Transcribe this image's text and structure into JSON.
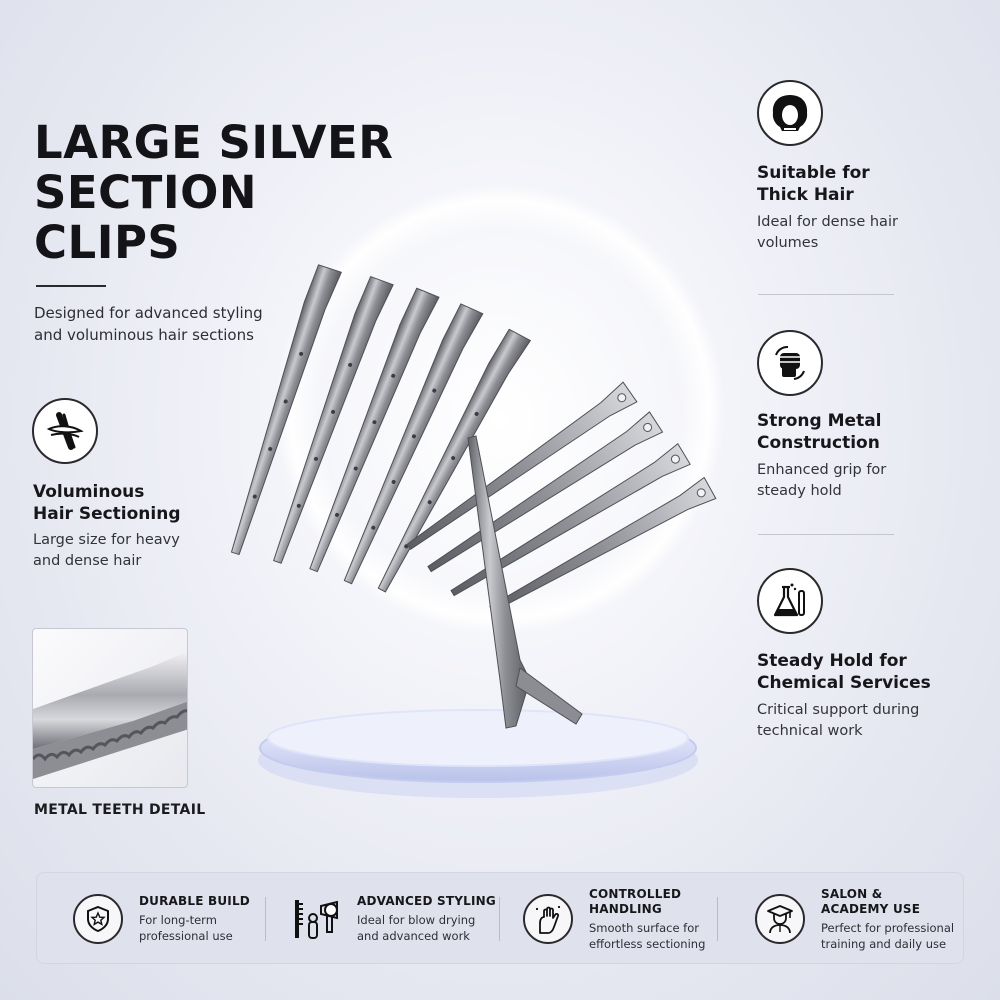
{
  "title": "LARGE SILVER SECTION CLIPS",
  "title_lines": [
    "LARGE SILVER",
    "SECTION",
    "CLIPS"
  ],
  "tagline": "Designed for advanced styling and voluminous hair sections",
  "left_feature": {
    "icon": "hair-strand-clip-icon",
    "title": "Voluminous Hair Sectioning",
    "title_lines": [
      "Voluminous",
      "Hair Sectioning"
    ],
    "subtitle": "Large size for heavy and dense hair"
  },
  "detail": {
    "label": "METAL TEETH DETAIL"
  },
  "right_features": [
    {
      "icon": "thick-hair-head-icon",
      "title_lines": [
        "Suitable for",
        "Thick Hair"
      ],
      "subtitle": "Ideal for dense hair volumes"
    },
    {
      "icon": "fist-strength-icon",
      "title_lines": [
        "Strong Metal",
        "Construction"
      ],
      "subtitle": "Enhanced grip for steady hold"
    },
    {
      "icon": "chemistry-flask-icon",
      "title_lines": [
        "Steady Hold for",
        "Chemical Services"
      ],
      "subtitle": "Critical support during technical work"
    }
  ],
  "bottom_features": [
    {
      "icon": "star-shield-icon",
      "title_lines": [
        "DURABLE BUILD"
      ],
      "sub_lines": [
        "For long-term",
        "professional use"
      ]
    },
    {
      "icon": "hairdryer-comb-icon",
      "title_lines": [
        "ADVANCED STYLING"
      ],
      "sub_lines": [
        "Ideal for blow drying",
        "and advanced work"
      ]
    },
    {
      "icon": "hand-sparkle-icon",
      "title_lines": [
        "CONTROLLED",
        "HANDLING"
      ],
      "sub_lines": [
        "Smooth surface for",
        "effortless sectioning"
      ]
    },
    {
      "icon": "graduate-icon",
      "title_lines": [
        "SALON &",
        "ACADEMY USE"
      ],
      "sub_lines": [
        "Perfect for professional",
        "training and daily use"
      ]
    }
  ],
  "colors": {
    "text": "#17171b",
    "background": "#e6e8f1",
    "metal": "#9a9ba1"
  }
}
